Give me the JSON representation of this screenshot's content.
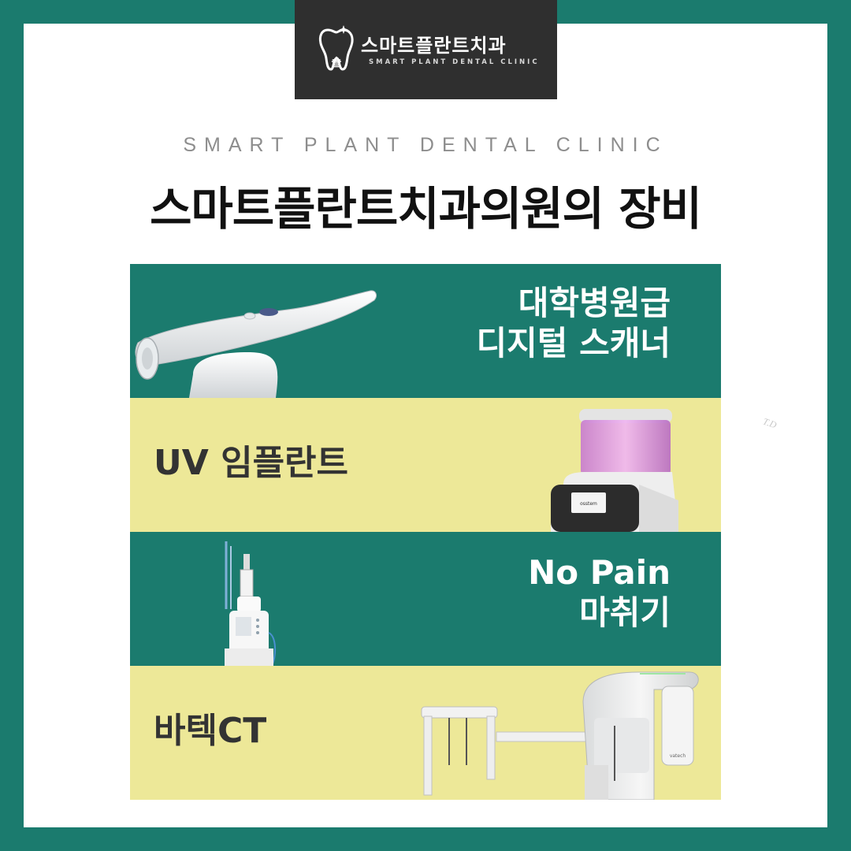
{
  "logo": {
    "title": "스마트플란트치과",
    "subtitle": "SMART PLANT DENTAL CLINIC",
    "icon": "tooth-icon"
  },
  "header": {
    "eyebrow": "SMART PLANT DENTAL CLINIC",
    "title": "스마트플란트치과의원의 장비"
  },
  "equipment": [
    {
      "lines": [
        "대학병원급",
        "디지털 스캐너"
      ],
      "image": "intraoral-scanner-image"
    },
    {
      "lines": [
        "UV 임플란트"
      ],
      "image": "uv-implant-machine-image"
    },
    {
      "lines": [
        "No Pain",
        "마취기"
      ],
      "image": "anesthesia-device-image"
    },
    {
      "lines": [
        "바텍CT"
      ],
      "image": "ct-scanner-image"
    }
  ],
  "watermark": "T.D",
  "colors": {
    "green": "#1b7b6e",
    "yellow": "#ede898",
    "dark": "#2f2f2f"
  }
}
